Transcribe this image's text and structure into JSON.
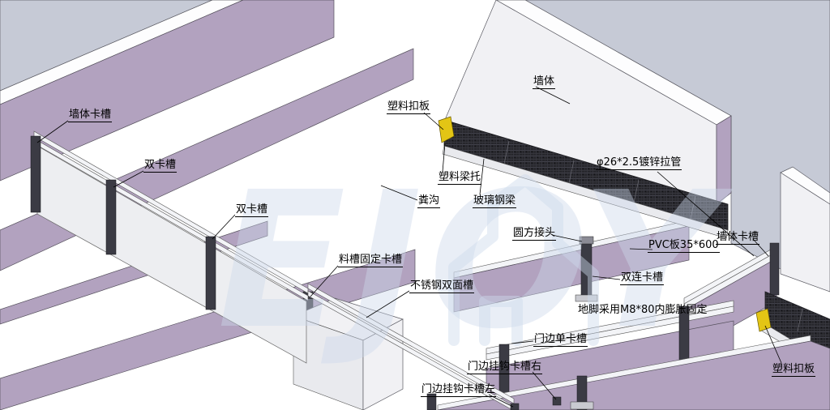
{
  "diagram_title": "pig-pen fencing installation isometric diagram",
  "watermark": {
    "text": "EJOY",
    "logo": "house-outline"
  },
  "colors": {
    "mauve": "#b2a2bf",
    "gray_surface": "#c6cad6",
    "panel_white": "#f1f1f4",
    "grate_dark": "#26262b",
    "clip_yellow": "#e3c515",
    "post_dark": "#3b3b44",
    "watermark_blue": "#cdd9ec"
  },
  "labels": [
    {
      "id": "wall-clip-slot-left",
      "text": "墙体卡槽"
    },
    {
      "id": "double-clip-slot-1",
      "text": "双卡槽"
    },
    {
      "id": "double-clip-slot-2",
      "text": "双卡槽"
    },
    {
      "id": "trough-fixing-clip",
      "text": "料槽固定卡槽"
    },
    {
      "id": "stainless-trough",
      "text": "不锈钢双面槽"
    },
    {
      "id": "plastic-panel-top",
      "text": "塑料扣板"
    },
    {
      "id": "plastic-beam-support",
      "text": "塑料梁托"
    },
    {
      "id": "manure-ditch",
      "text": "粪沟"
    },
    {
      "id": "frp-beam",
      "text": "玻璃钢梁"
    },
    {
      "id": "round-square-joint",
      "text": "圆方接头"
    },
    {
      "id": "wall-body",
      "text": "墙体"
    },
    {
      "id": "galvanized-pipe",
      "text": "φ26*2.5镀锌拉管"
    },
    {
      "id": "pvc-board",
      "text": "PVC板35*600"
    },
    {
      "id": "wall-clip-slot-right",
      "text": "墙体卡槽"
    },
    {
      "id": "double-conn-clip-slot",
      "text": "双连卡槽"
    },
    {
      "id": "anchor-note",
      "text": "地脚采用M8*80内膨胀固定"
    },
    {
      "id": "door-single-clip-slot",
      "text": "门边单卡槽"
    },
    {
      "id": "door-hook-clip-right",
      "text": "门边挂钩卡槽右"
    },
    {
      "id": "door-hook-clip-left",
      "text": "门边挂钩卡槽左"
    },
    {
      "id": "plastic-panel-bottom",
      "text": "塑料扣板"
    }
  ]
}
